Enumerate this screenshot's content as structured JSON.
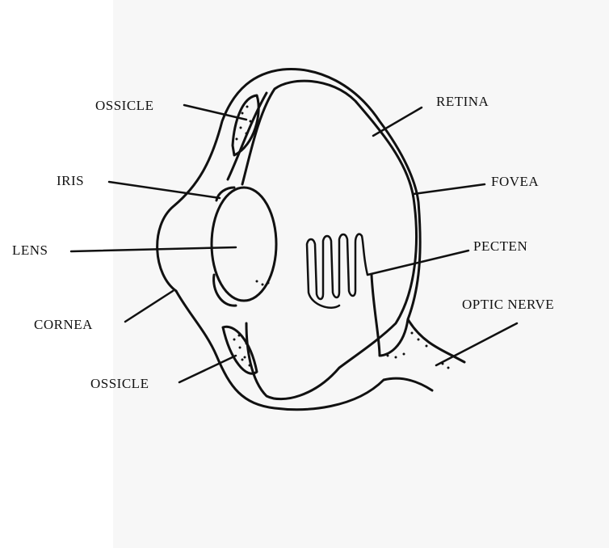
{
  "title": "Bird eye anatomy diagram",
  "labels": {
    "ossicle_top": "OSSICLE",
    "retina": "RETINA",
    "iris": "IRIS",
    "fovea": "FOVEA",
    "lens": "LENS",
    "pecten": "PECTEN",
    "cornea": "CORNEA",
    "optic_nerve": "OPTIC NERVE",
    "ossicle_bottom": "OSSICLE"
  },
  "colors": {
    "ink": "#111111",
    "paper": "#f7f7f7"
  }
}
